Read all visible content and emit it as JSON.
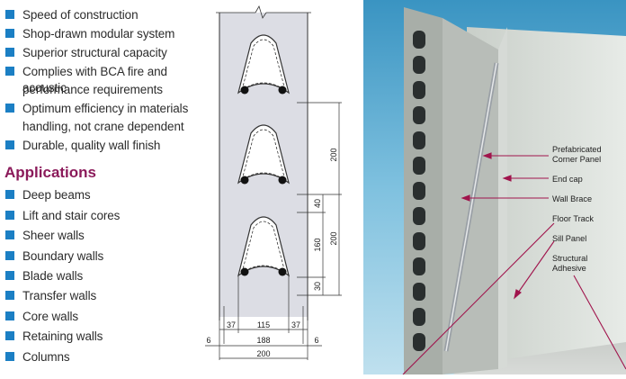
{
  "features": [
    "Speed of construction",
    "Shop-drawn modular system",
    "Superior structural capacity",
    "Complies with BCA fire and acoustic",
    "performance requirements",
    "Optimum efficiency in materials",
    "handling, not crane dependent",
    "Durable, quality wall finish"
  ],
  "applications_heading": "Applications",
  "applications": [
    "Deep beams",
    "Lift and stair cores",
    "Sheer walls",
    "Boundary walls",
    "Blade walls",
    "Transfer walls",
    "Core walls",
    "Retaining walls",
    "Columns"
  ],
  "dimensions": {
    "d37a": "37",
    "d115": "115",
    "d37b": "37",
    "d6a": "6",
    "d188": "188",
    "d6b": "6",
    "d200w": "200",
    "d200a": "200",
    "d40": "40",
    "d160": "160",
    "d200b": "200",
    "d30": "30"
  },
  "photo_labels": {
    "corner1": "Prefabricated",
    "corner2": "Corner Panel",
    "endcap": "End cap",
    "brace": "Wall Brace",
    "track": "Floor Track",
    "sill": "Sill Panel",
    "adh1": "Structural",
    "adh2": "Adhesive"
  },
  "colors": {
    "bullet": "#1b7fc4",
    "heading": "#8b1a5a",
    "leader": "#a0144c"
  }
}
